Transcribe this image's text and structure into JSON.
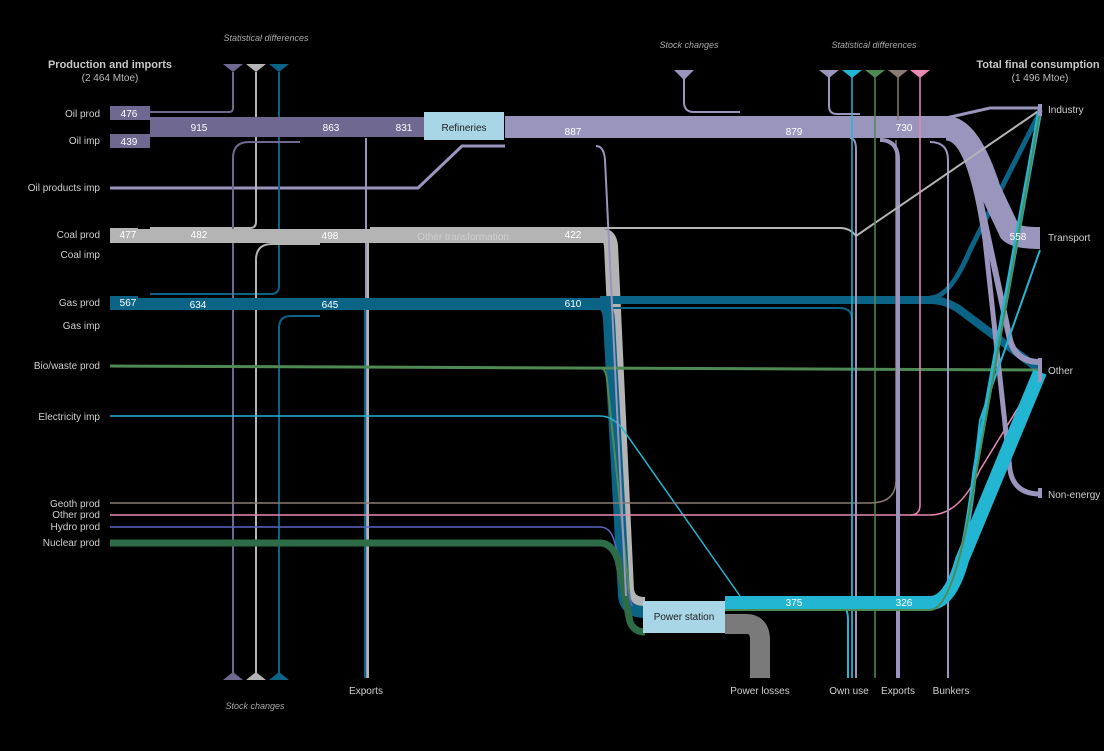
{
  "colors": {
    "oil": "#6f6891",
    "oil_products": "#9a95bd",
    "coal": "#b4b4b4",
    "gas": "#0b6385",
    "bio": "#4f8a55",
    "electricity": "#23b6d2",
    "geoth": "#8c7a74",
    "other_prod": "#e889b3",
    "hydro": "#5b67c2",
    "nuclear": "#2e6b47",
    "losses": "#7a7a7a",
    "refineries_box": "#a9d6e6",
    "power_box": "#a9d6e6"
  },
  "headings": {
    "left_title": "Production and imports",
    "left_total": "(2 464 Mtoe)",
    "right_title": "Total final consumption",
    "right_total": "(1 496 Mtoe)",
    "stat_diff_left": "Statistical differences",
    "stat_diff_right": "Statistical differences",
    "stock_changes_top": "Stock changes",
    "stock_changes_bottom": "Stock changes"
  },
  "sources": {
    "oil_prod": "Oil prod",
    "oil_imp": "Oil imp",
    "oil_products_imp": "Oil products imp",
    "coal_prod": "Coal prod",
    "coal_imp": "Coal imp",
    "gas_prod": "Gas prod",
    "gas_imp": "Gas imp",
    "bio_prod": "Bio/waste prod",
    "elec_imp": "Electricity imp",
    "geoth_prod": "Geoth prod",
    "other_prod": "Other prod",
    "hydro_prod": "Hydro prod",
    "nuclear_prod": "Nuclear prod"
  },
  "sinks": {
    "industry": "Industry",
    "transport": "Transport",
    "other": "Other",
    "non_energy": "Non-energy",
    "power_losses": "Power losses",
    "own_use": "Own use",
    "exports": "Exports",
    "bunkers": "Bunkers",
    "exports_left": "Exports"
  },
  "nodes": {
    "refineries": "Refineries",
    "other_transformation": "Other transformation",
    "power_station": "Power station"
  },
  "values": {
    "oil_prod": "476",
    "oil_imp": "439",
    "oil_total": "915",
    "oil_after_exports": "863",
    "refinery_in": "831",
    "refinery_out": "887",
    "oil_products_mid": "879",
    "oil_products_final": "730",
    "transport": "558",
    "coal_prod": "477",
    "coal_total": "482",
    "coal_after": "498",
    "coal_other_transf": "422",
    "gas_prod": "567",
    "gas_total": "634",
    "gas_after": "645",
    "gas_to_power": "610",
    "elec_out": "375",
    "elec_final": "326"
  }
}
